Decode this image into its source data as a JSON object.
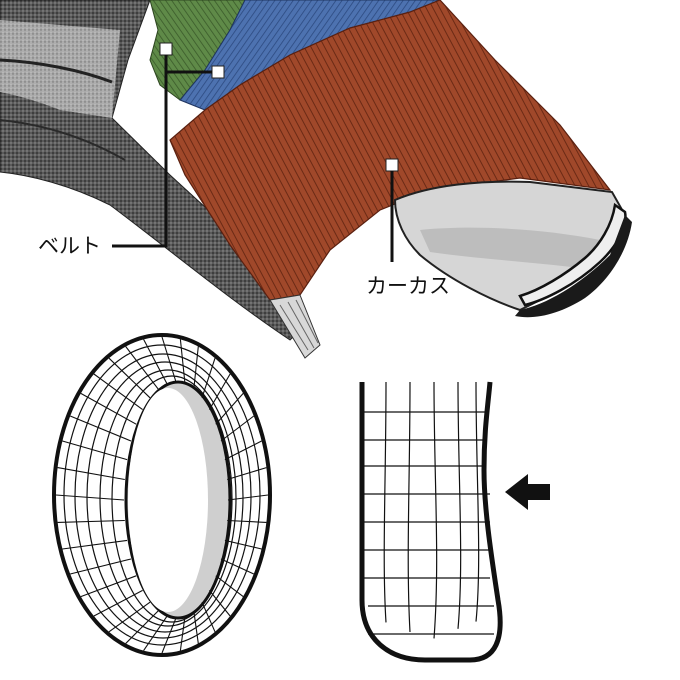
{
  "labels": {
    "belt": "ベルト",
    "carcass": "カーカス"
  },
  "colors": {
    "carcass_ply": "#a0482a",
    "carcass_dark": "#6b2a15",
    "belt_blue": "#4d72b0",
    "belt_green": "#5f8a48",
    "rubber_dark": "#3a3a3a",
    "rubber_mid": "#8e8e8e",
    "inner_liner": "#cfcfcf",
    "line": "#111111",
    "marker": "#ffffff"
  },
  "figures": [
    "tire-cutaway",
    "tire-ring-wireframe",
    "sidewall-cross-section",
    "pressure-arrow"
  ]
}
